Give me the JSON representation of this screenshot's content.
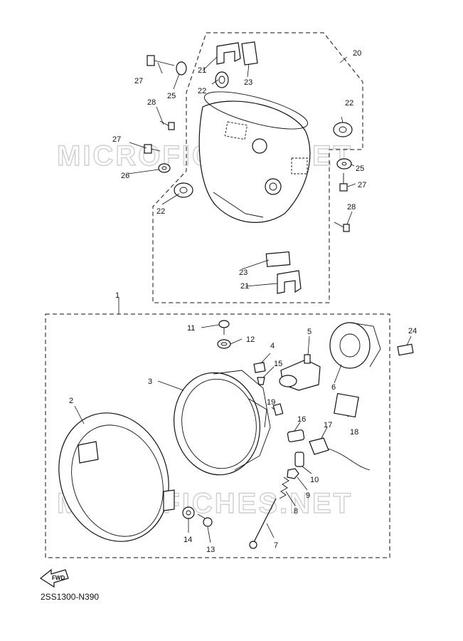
{
  "diagram_code": "2SS1300-N390",
  "watermark": "MICROFICHES.NET",
  "fwd_label": "FWD",
  "callouts": {
    "c1": "1",
    "c2": "2",
    "c3": "3",
    "c4": "4",
    "c5": "5",
    "c6": "6",
    "c7": "7",
    "c8": "8",
    "c9": "9",
    "c10": "10",
    "c11": "11",
    "c12": "12",
    "c13": "13",
    "c14": "14",
    "c15": "15",
    "c16": "16",
    "c17": "17",
    "c18": "18",
    "c19": "19",
    "c20": "20",
    "c21a": "21",
    "c21b": "21",
    "c22a": "22",
    "c22b": "22",
    "c22c": "22",
    "c23a": "23",
    "c23b": "23",
    "c24": "24",
    "c25a": "25",
    "c25b": "25",
    "c26": "26",
    "c27a": "27",
    "c27b": "27",
    "c27c": "27",
    "c28a": "28",
    "c28b": "28"
  }
}
